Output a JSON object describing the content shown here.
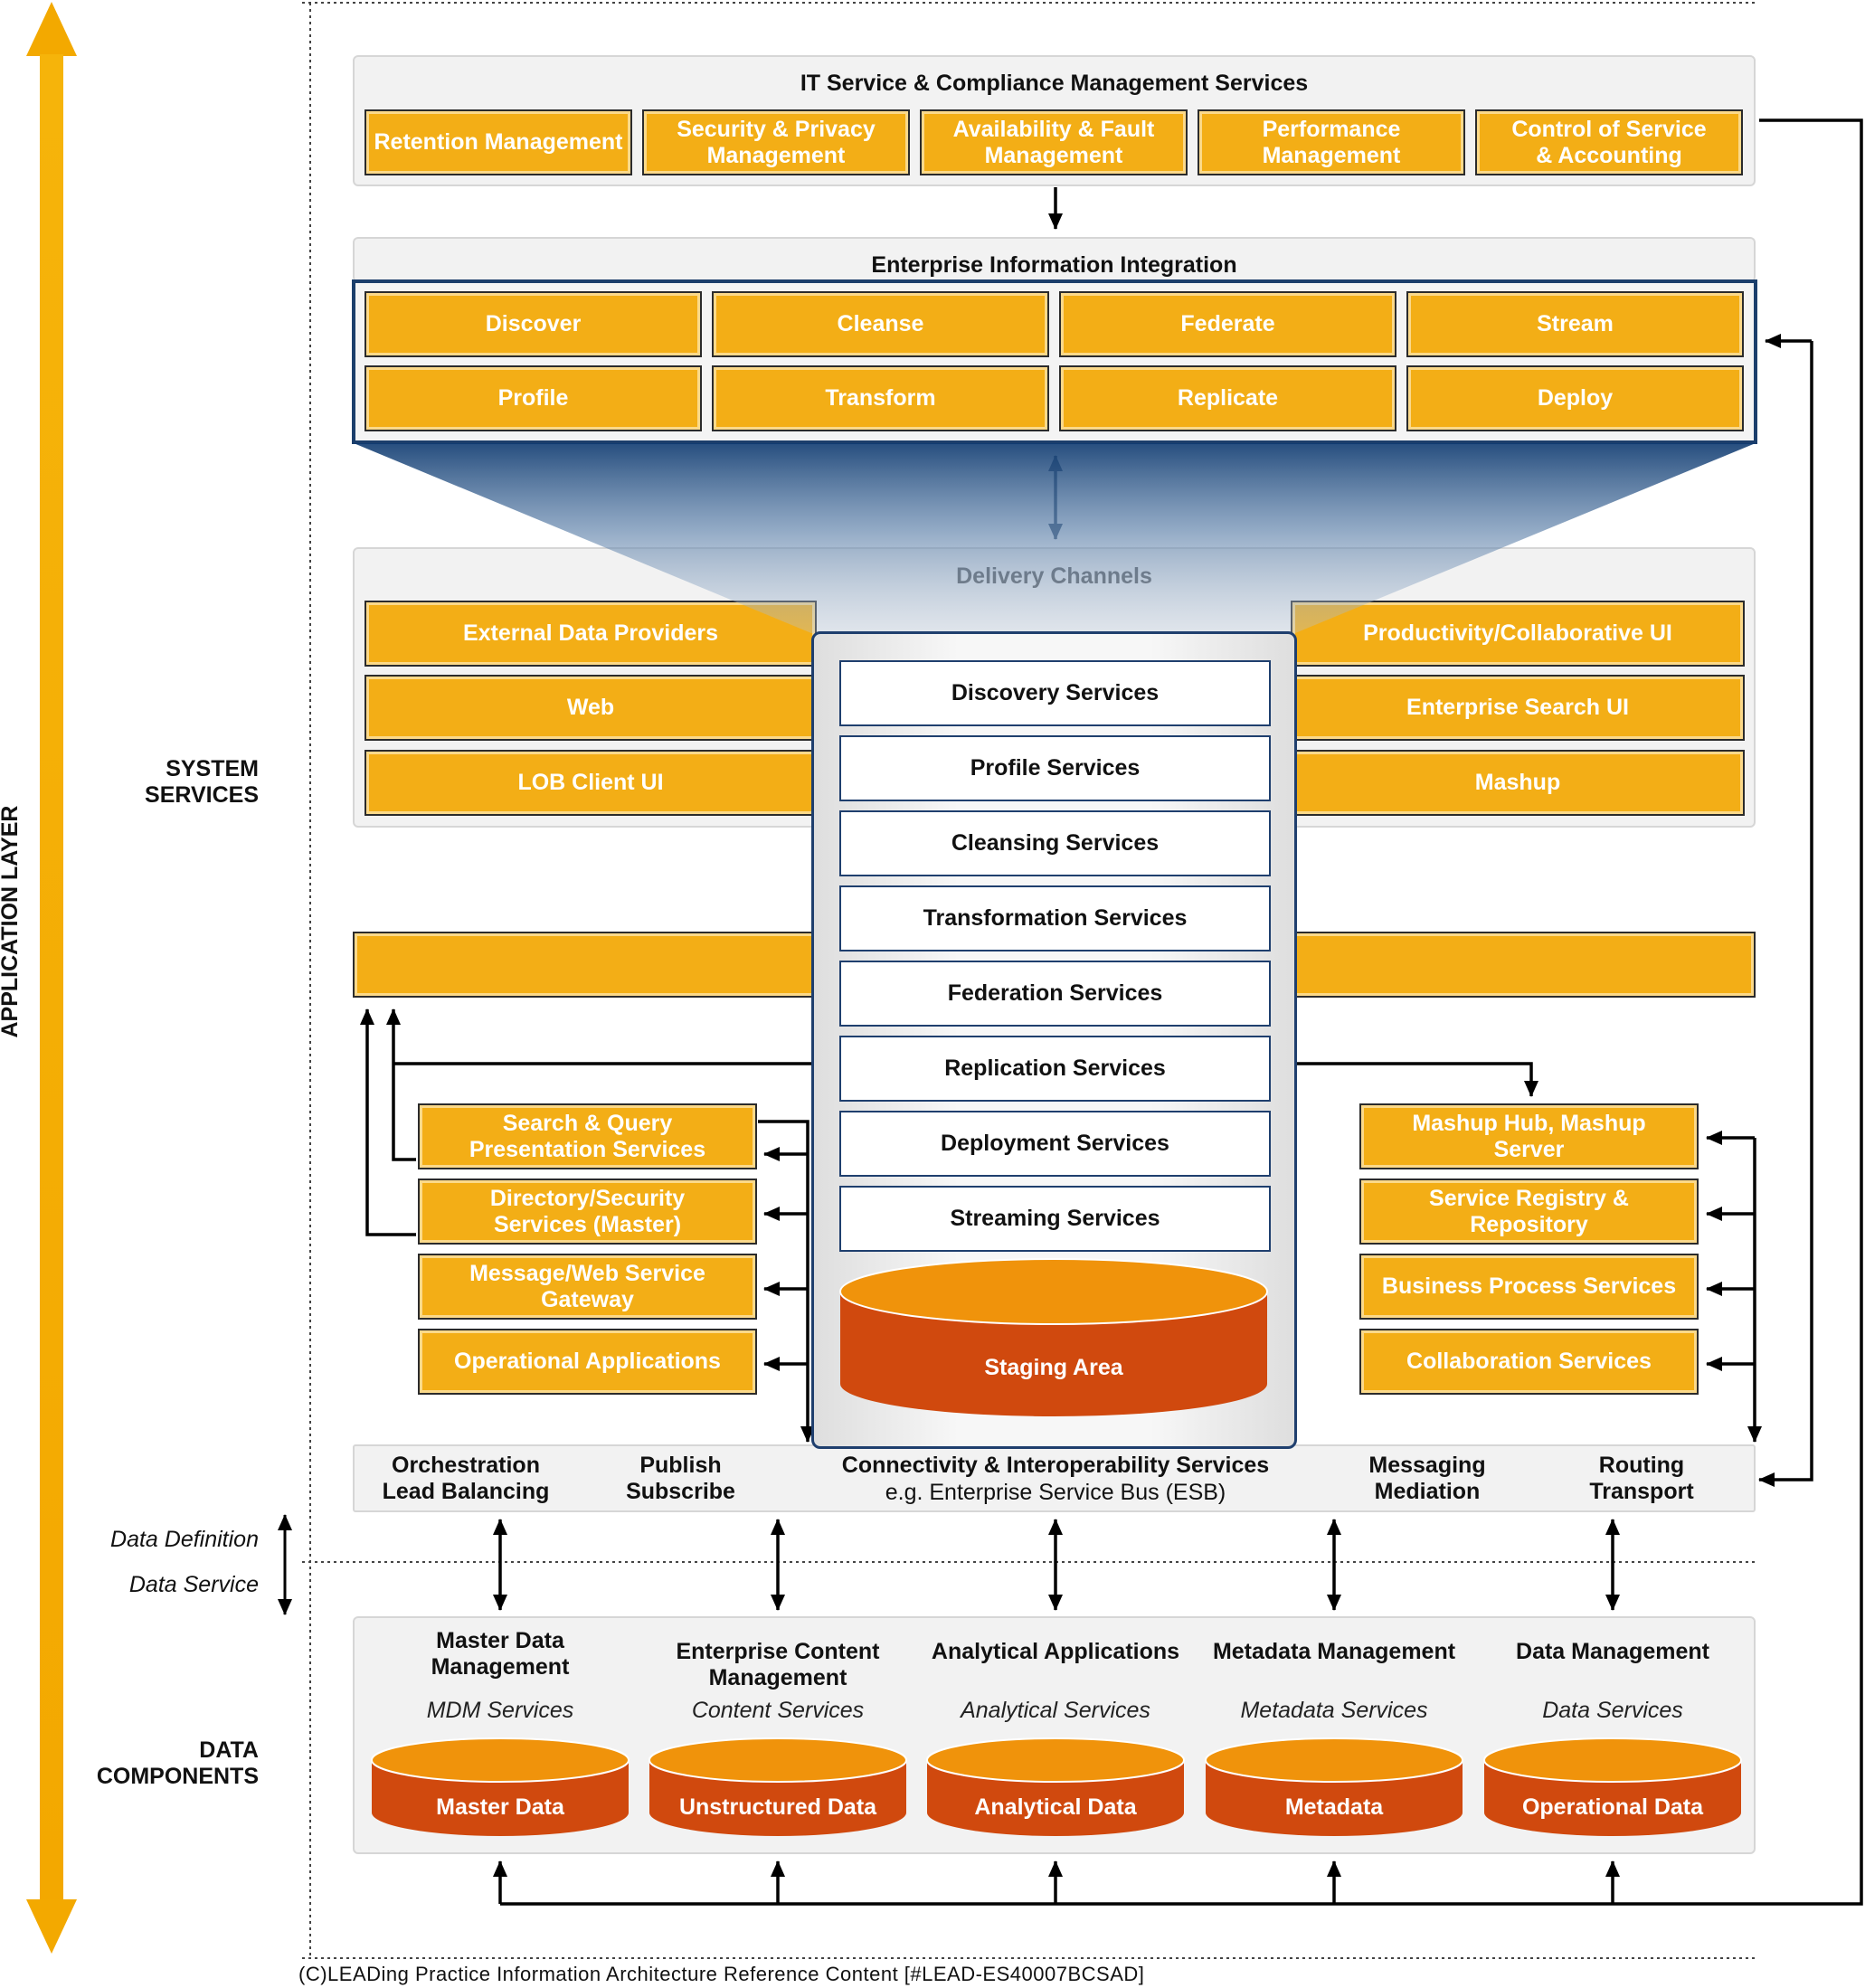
{
  "side": {
    "app_layer": "APPLICATION LAYER",
    "system_services_1": "SYSTEM",
    "system_services_2": "SERVICES",
    "data_components_1": "DATA",
    "data_components_2": "COMPONENTS",
    "data_definition": "Data Definition",
    "data_service": "Data Service"
  },
  "it_service": {
    "title": "IT Service & Compliance Management Services",
    "items": [
      "Retention Management",
      "Security & Privacy\nManagement",
      "Availability & Fault\nManagement",
      "Performance\nManagement",
      "Control of Service\n& Accounting"
    ]
  },
  "eii": {
    "title": "Enterprise Information Integration",
    "items": [
      "Discover",
      "Cleanse",
      "Federate",
      "Stream",
      "Profile",
      "Transform",
      "Replicate",
      "Deploy"
    ]
  },
  "delivery": {
    "title": "Delivery Channels",
    "left": [
      "External Data Providers",
      "Web",
      "LOB Client UI"
    ],
    "right": [
      "Productivity/Collaborative UI",
      "Enterprise Search UI",
      "Mashup"
    ]
  },
  "services": [
    "Discovery Services",
    "Profile Services",
    "Cleansing Services",
    "Transformation Services",
    "Federation Services",
    "Replication Services",
    "Deployment Services",
    "Streaming Services"
  ],
  "staging": "Staging Area",
  "left_services": [
    "Search & Query\nPresentation Services",
    "Directory/Security\nServices (Master)",
    "Message/Web Service\nGateway",
    "Operational Applications"
  ],
  "right_services": [
    "Mashup Hub, Mashup\nServer",
    "Service Registry &\nRepository",
    "Business Process Services",
    "Collaboration Services"
  ],
  "esb": {
    "col1": "Orchestration\nLead Balancing",
    "col2": "Publish\nSubscribe",
    "col3_title": "Connectivity & Interoperability Services",
    "col3_sub": "e.g. Enterprise Service Bus (ESB)",
    "col4": "Messaging\nMediation",
    "col5": "Routing\nTransport"
  },
  "data_components": [
    {
      "title": "Master Data\nManagement",
      "service": "MDM Services",
      "store": "Master Data"
    },
    {
      "title": "Enterprise Content\nManagement",
      "service": "Content Services",
      "store": "Unstructured Data"
    },
    {
      "title": "Analytical Applications",
      "service": "Analytical Services",
      "store": "Analytical Data"
    },
    {
      "title": "Metadata Management",
      "service": "Metadata Services",
      "store": "Metadata"
    },
    {
      "title": "Data Management",
      "service": "Data Services",
      "store": "Operational Data"
    }
  ],
  "footer": "(C)LEADing Practice Information Architecture Reference Content [#LEAD-ES40007BCSAD]",
  "colors": {
    "orange": "#f3ae16",
    "navy": "#1f3f6e",
    "db_top": "#f39c1a",
    "db_body": "#d0490e"
  }
}
